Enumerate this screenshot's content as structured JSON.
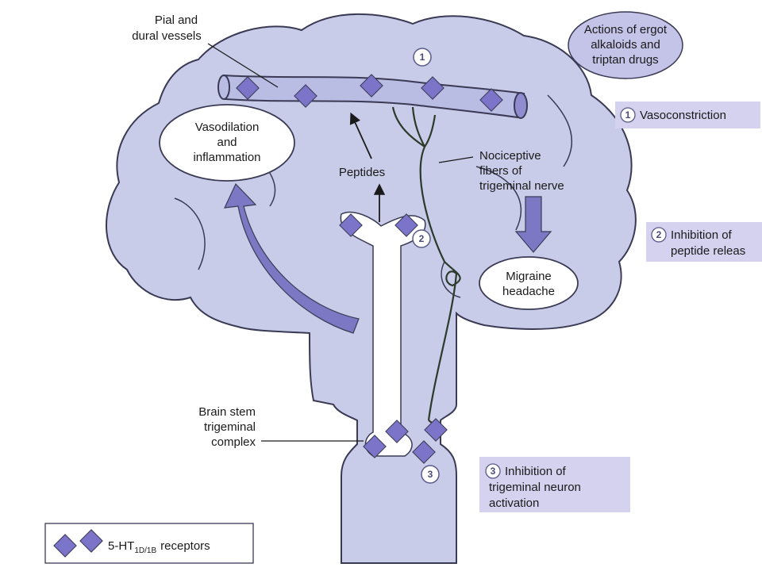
{
  "diagram": {
    "title_bubble": [
      "Actions of ergot",
      "alkaloids and",
      "triptan drugs"
    ],
    "labels": {
      "vessels": [
        "Pial and",
        "dural vessels"
      ],
      "vasodilation": [
        "Vasodilation",
        "and",
        "inflammation"
      ],
      "peptides": "Peptides",
      "nociceptive": [
        "Nociceptive",
        "fibers of",
        "trigeminal nerve"
      ],
      "migraine": [
        "Migraine",
        "headache"
      ],
      "brainstem": [
        "Brain stem",
        "trigeminal",
        "complex"
      ]
    },
    "markers": {
      "m1": "1",
      "m2": "2",
      "m3": "3"
    },
    "actions": [
      {
        "num": "1",
        "lines": [
          "Vasoconstriction"
        ]
      },
      {
        "num": "2",
        "lines": [
          "Inhibition of",
          "peptide releas"
        ]
      },
      {
        "num": "3",
        "lines": [
          "Inhibition of",
          "trigeminal neuron",
          "activation"
        ]
      }
    ],
    "legend": {
      "prefix": "5-HT",
      "subscript": "1D/1B",
      "suffix": "receptors"
    }
  },
  "colors": {
    "brain_fill": "#c8cce8",
    "brain_stroke": "#3a3a55",
    "receptor": "#7b74c8",
    "arrow": "#7d78c4",
    "label_box": "#d4d2ee",
    "bubble": "#c4c3e8"
  }
}
